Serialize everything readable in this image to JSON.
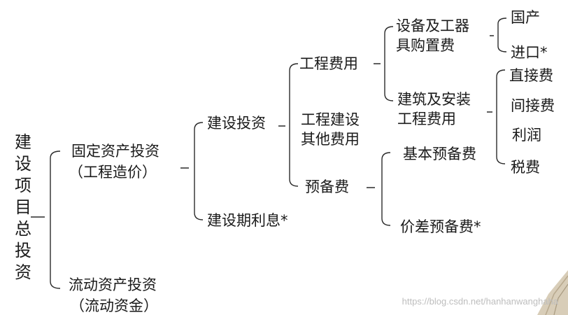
{
  "root": "建设项目总投资",
  "level1": {
    "fixed_line1": "固定资产投资",
    "fixed_line2": "（工程造价）",
    "current_line1": "流动资产投资",
    "current_line2": "（流动资金）"
  },
  "level2": {
    "construction": "建设投资",
    "interest": "建设期利息*"
  },
  "level3": {
    "engineering": "工程费用",
    "other_line1": "工程建设",
    "other_line2": "其他费用",
    "reserve": "预备费"
  },
  "level4": {
    "equipment_line1": "设备及工器",
    "equipment_line2": "具购置费",
    "install_line1": "建筑及安装",
    "install_line2": "工程费用",
    "basic_reserve": "基本预备费",
    "price_reserve": "价差预备费*"
  },
  "level5": {
    "domestic": "国产",
    "imported": "进口*",
    "direct": "直接费",
    "indirect": "间接费",
    "profit": "利润",
    "tax": "税费"
  },
  "watermark": "https://blog.csdn.net/hanhanwanghaha"
}
